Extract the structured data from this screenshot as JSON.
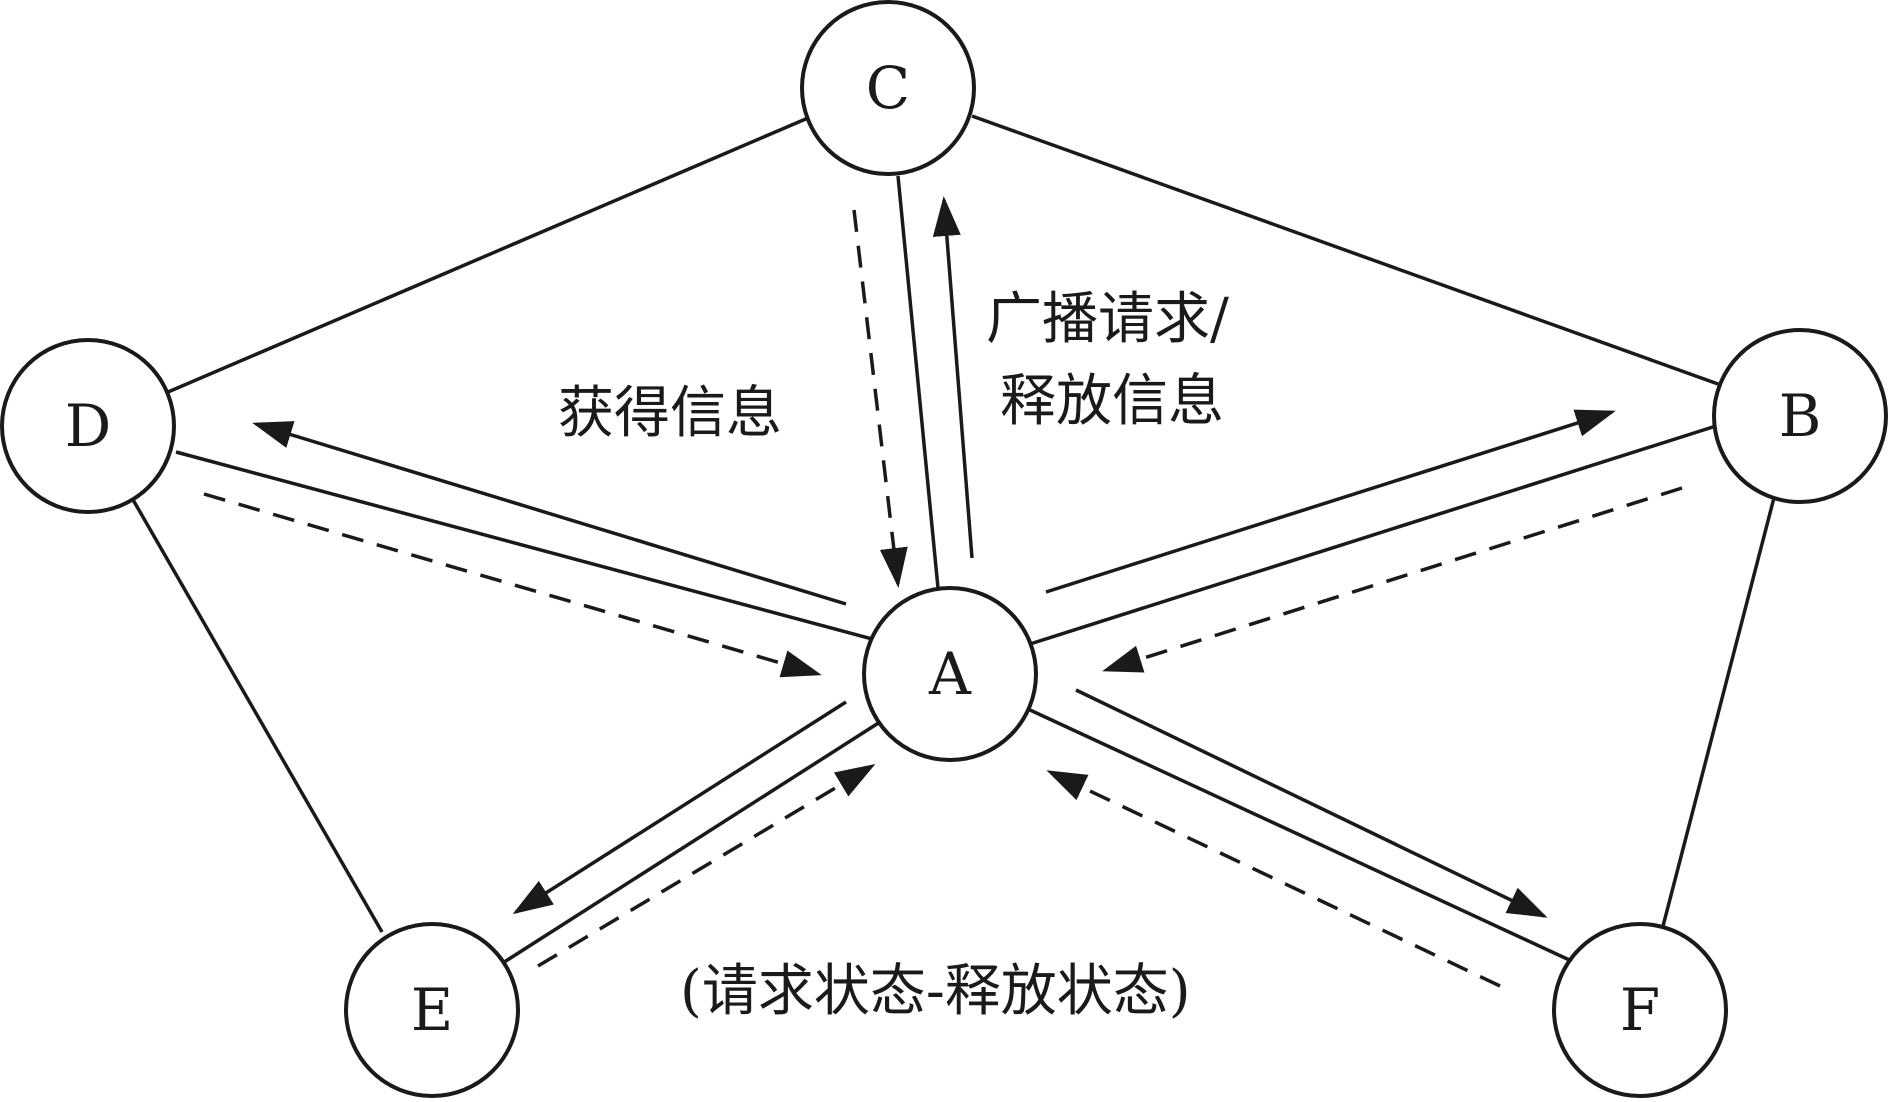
{
  "nodes": {
    "A": "A",
    "B": "B",
    "C": "C",
    "D": "D",
    "E": "E",
    "F": "F"
  },
  "labels": {
    "get_info": "获得信息",
    "broadcast_line1": "广播请求/",
    "broadcast_line2": "释放信息",
    "state_caption": "(请求状态-释放状态)"
  },
  "colors": {
    "stroke": "#1a1a1a",
    "background": "#ffffff"
  }
}
